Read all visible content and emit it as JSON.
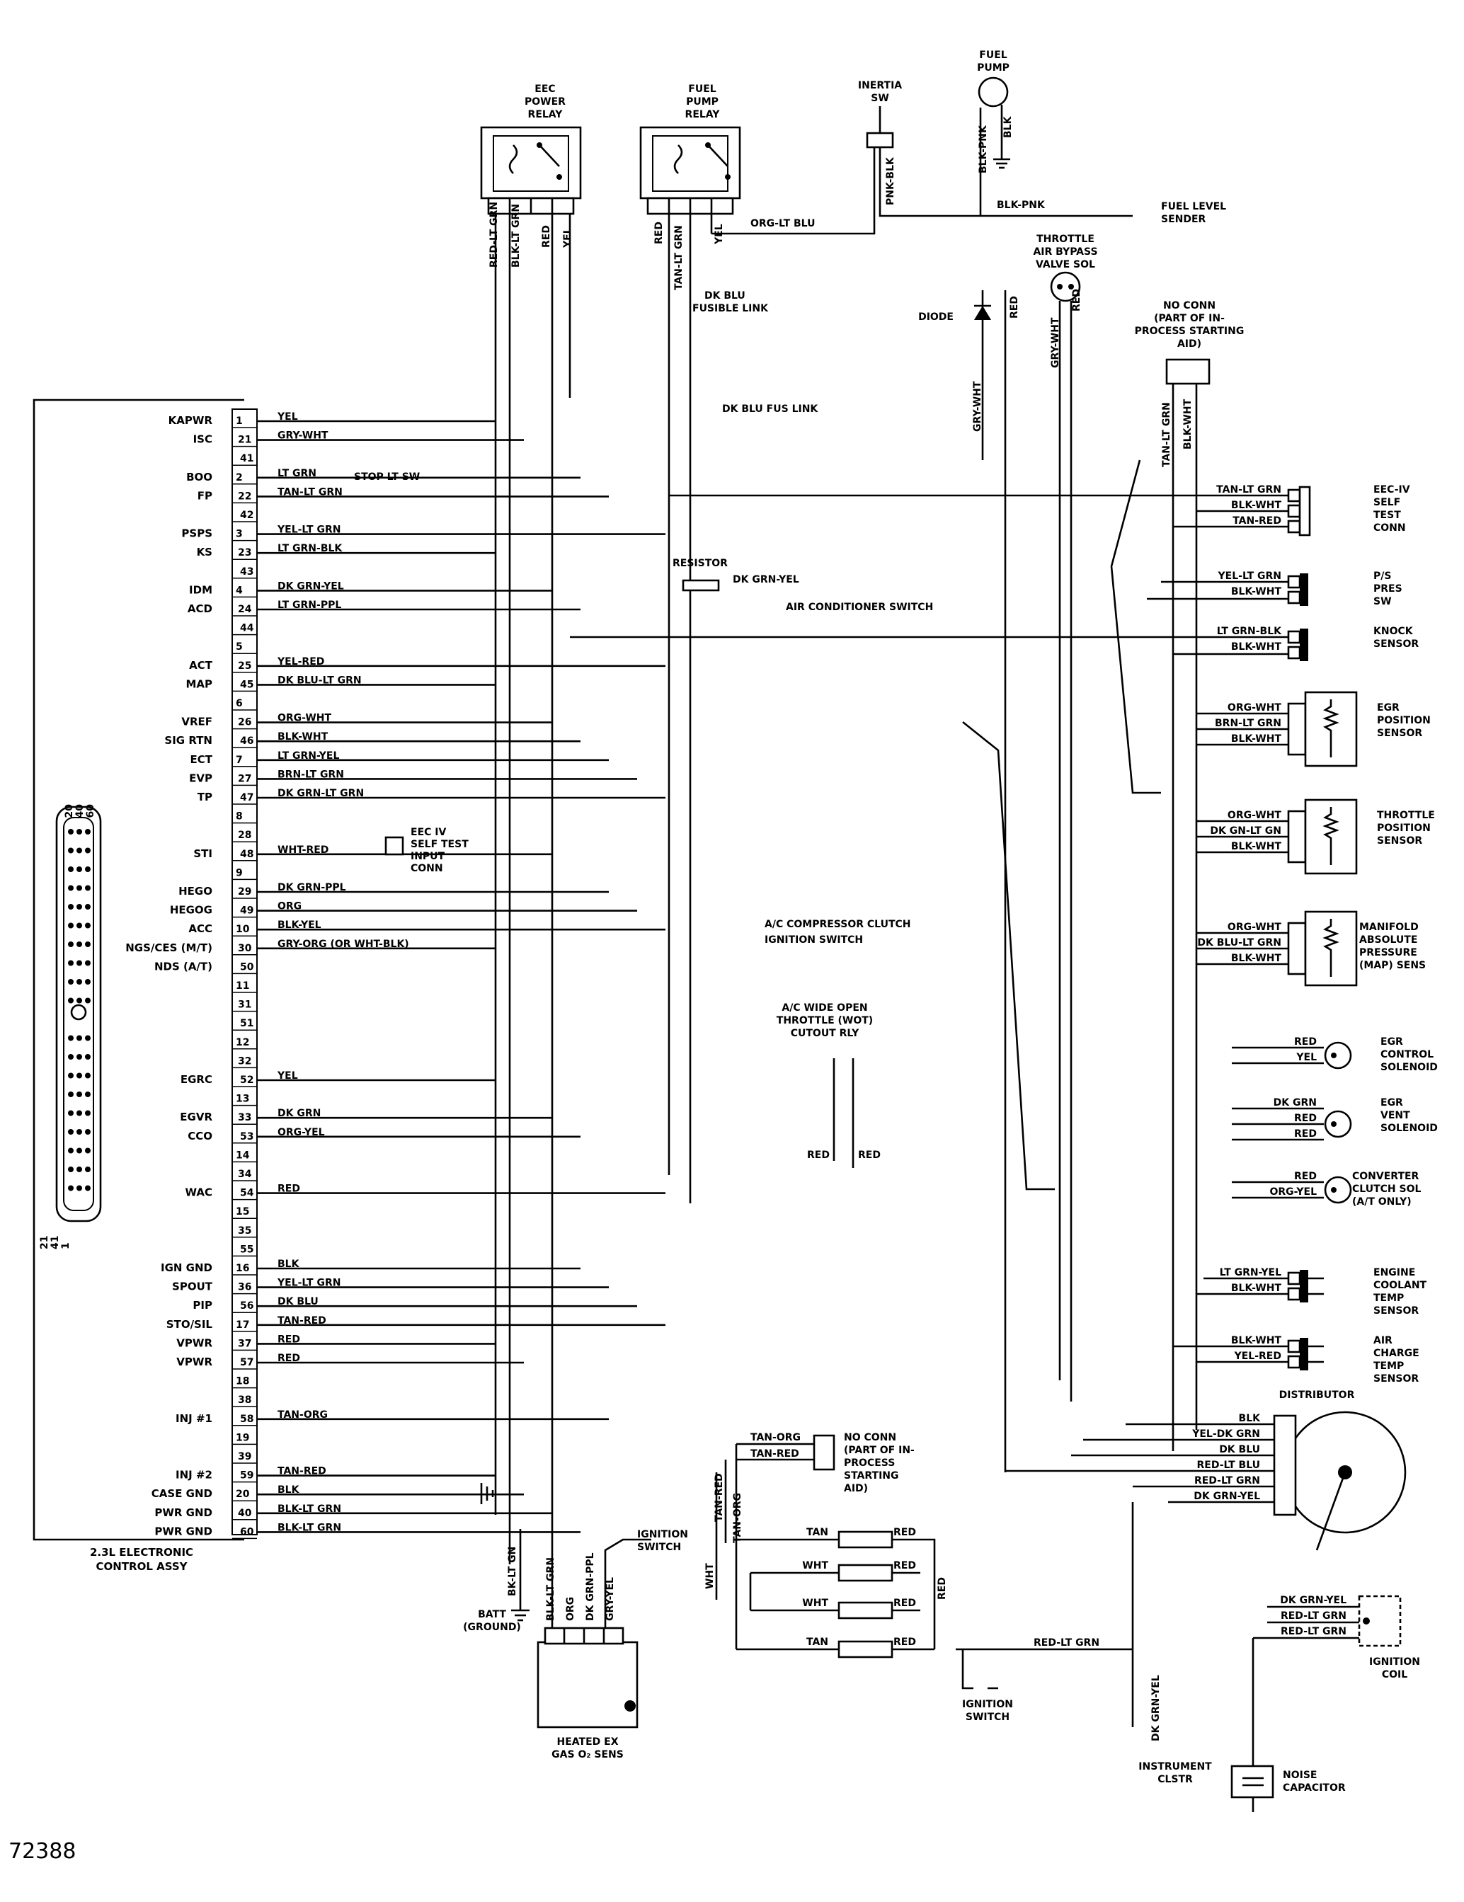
{
  "figure_number": "72388",
  "ecu": {
    "title_1": "2.3L ELECTRONIC",
    "title_2": "CONTROL ASSY",
    "connector_top_nums": [
      "20",
      "40",
      "60"
    ],
    "connector_bottom_nums": [
      "21",
      "41",
      "1"
    ],
    "pins": [
      {
        "pin": "1",
        "signal": "KAPWR",
        "wire": "YEL"
      },
      {
        "pin": "21",
        "signal": "ISC",
        "wire": "GRY-WHT"
      },
      {
        "pin": "41",
        "signal": "",
        "wire": ""
      },
      {
        "pin": "2",
        "signal": "BOO",
        "wire": "LT GRN"
      },
      {
        "pin": "22",
        "signal": "FP",
        "wire": "TAN-LT GRN"
      },
      {
        "pin": "42",
        "signal": "",
        "wire": ""
      },
      {
        "pin": "3",
        "signal": "PSPS",
        "wire": "YEL-LT GRN"
      },
      {
        "pin": "23",
        "signal": "KS",
        "wire": "LT GRN-BLK"
      },
      {
        "pin": "43",
        "signal": "",
        "wire": ""
      },
      {
        "pin": "4",
        "signal": "IDM",
        "wire": "DK GRN-YEL"
      },
      {
        "pin": "24",
        "signal": "ACD",
        "wire": "LT GRN-PPL"
      },
      {
        "pin": "44",
        "signal": "",
        "wire": ""
      },
      {
        "pin": "5",
        "signal": "",
        "wire": ""
      },
      {
        "pin": "25",
        "signal": "ACT",
        "wire": "YEL-RED"
      },
      {
        "pin": "45",
        "signal": "MAP",
        "wire": "DK BLU-LT GRN"
      },
      {
        "pin": "6",
        "signal": "",
        "wire": ""
      },
      {
        "pin": "26",
        "signal": "VREF",
        "wire": "ORG-WHT"
      },
      {
        "pin": "46",
        "signal": "SIG RTN",
        "wire": "BLK-WHT"
      },
      {
        "pin": "7",
        "signal": "ECT",
        "wire": "LT GRN-YEL"
      },
      {
        "pin": "27",
        "signal": "EVP",
        "wire": "BRN-LT GRN"
      },
      {
        "pin": "47",
        "signal": "TP",
        "wire": "DK GRN-LT GRN"
      },
      {
        "pin": "8",
        "signal": "",
        "wire": ""
      },
      {
        "pin": "28",
        "signal": "",
        "wire": ""
      },
      {
        "pin": "48",
        "signal": "STI",
        "wire": "WHT-RED"
      },
      {
        "pin": "9",
        "signal": "",
        "wire": ""
      },
      {
        "pin": "29",
        "signal": "HEGO",
        "wire": "DK GRN-PPL"
      },
      {
        "pin": "49",
        "signal": "HEGOG",
        "wire": "ORG"
      },
      {
        "pin": "10",
        "signal": "ACC",
        "wire": "BLK-YEL"
      },
      {
        "pin": "30",
        "signal": "NGS/CES (M/T)",
        "wire": "GRY-ORG (OR WHT-BLK)"
      },
      {
        "pin": "50",
        "signal": "NDS (A/T)",
        "wire": ""
      },
      {
        "pin": "11",
        "signal": "",
        "wire": ""
      },
      {
        "pin": "31",
        "signal": "",
        "wire": ""
      },
      {
        "pin": "51",
        "signal": "",
        "wire": ""
      },
      {
        "pin": "12",
        "signal": "",
        "wire": ""
      },
      {
        "pin": "32",
        "signal": "",
        "wire": ""
      },
      {
        "pin": "52",
        "signal": "EGRC",
        "wire": "YEL"
      },
      {
        "pin": "13",
        "signal": "",
        "wire": ""
      },
      {
        "pin": "33",
        "signal": "EGVR",
        "wire": "DK GRN"
      },
      {
        "pin": "53",
        "signal": "CCO",
        "wire": "ORG-YEL"
      },
      {
        "pin": "14",
        "signal": "",
        "wire": ""
      },
      {
        "pin": "34",
        "signal": "",
        "wire": ""
      },
      {
        "pin": "54",
        "signal": "WAC",
        "wire": "RED"
      },
      {
        "pin": "15",
        "signal": "",
        "wire": ""
      },
      {
        "pin": "35",
        "signal": "",
        "wire": ""
      },
      {
        "pin": "55",
        "signal": "",
        "wire": ""
      },
      {
        "pin": "16",
        "signal": "IGN GND",
        "wire": "BLK"
      },
      {
        "pin": "36",
        "signal": "SPOUT",
        "wire": "YEL-LT GRN"
      },
      {
        "pin": "56",
        "signal": "PIP",
        "wire": "DK BLU"
      },
      {
        "pin": "17",
        "signal": "STO/SIL",
        "wire": "TAN-RED"
      },
      {
        "pin": "37",
        "signal": "VPWR",
        "wire": "RED"
      },
      {
        "pin": "57",
        "signal": "VPWR",
        "wire": "RED"
      },
      {
        "pin": "18",
        "signal": "",
        "wire": ""
      },
      {
        "pin": "38",
        "signal": "",
        "wire": ""
      },
      {
        "pin": "58",
        "signal": "INJ #1",
        "wire": "TAN-ORG"
      },
      {
        "pin": "19",
        "signal": "",
        "wire": ""
      },
      {
        "pin": "39",
        "signal": "",
        "wire": ""
      },
      {
        "pin": "59",
        "signal": "INJ #2",
        "wire": "TAN-RED"
      },
      {
        "pin": "20",
        "signal": "CASE GND",
        "wire": "BLK"
      },
      {
        "pin": "40",
        "signal": "PWR GND",
        "wire": "BLK-LT GRN"
      },
      {
        "pin": "60",
        "signal": "PWR GND",
        "wire": "BLK-LT GRN"
      }
    ]
  },
  "top": {
    "eec_relay": [
      "EEC",
      "POWER",
      "RELAY"
    ],
    "eec_relay_wires": [
      "RED-LT GRN",
      "BLK-LT GRN",
      "RED",
      "YEL"
    ],
    "fuel_relay": [
      "FUEL",
      "PUMP",
      "RELAY"
    ],
    "fuel_relay_wires": [
      "RED",
      "TAN-LT GRN",
      "YEL"
    ],
    "fuel_relay_out": "ORG-LT BLU",
    "dk_blu_fusible": [
      "DK BLU",
      "FUSIBLE LINK"
    ],
    "inertia": [
      "INERTIA",
      "SW"
    ],
    "inertia_wire": "PNK-BLK",
    "fuel_pump": [
      "FUEL",
      "PUMP"
    ],
    "fuel_pump_wires": [
      "BLK-PNK",
      "BLK"
    ],
    "blk_pnk": "BLK-PNK",
    "fuel_level": [
      "FUEL LEVEL",
      "SENDER"
    ],
    "throttle_bypass": [
      "THROTTLE",
      "AIR BYPASS",
      "VALVE SOL"
    ],
    "diode": "DIODE",
    "diode_wires": [
      "GRY-WHT",
      "RED"
    ],
    "bypass_wires": [
      "GRY-WHT",
      "RED"
    ],
    "no_conn_top": [
      "NO CONN",
      "(PART OF IN-",
      "PROCESS STARTING",
      "AID)"
    ],
    "no_conn_top_wires": [
      "TAN-LT GRN",
      "BLK-WHT"
    ],
    "dk_blu_fus_link": "DK BLU FUS LINK",
    "stop_lt_sw": "STOP LT SW",
    "resistor": "RESISTOR",
    "resistor_wire": "DK GRN-YEL",
    "air_cond": "AIR CONDITIONER SWITCH",
    "eec_self_test": [
      "EEC IV",
      "SELF TEST",
      "INPUT",
      "CONN"
    ],
    "ac_clutch": "A/C COMPRESSOR CLUTCH",
    "ign_switch_mid": "IGNITION SWITCH"
  },
  "right": {
    "eec4_conn": {
      "label": [
        "EEC-IV",
        "SELF",
        "TEST",
        "CONN"
      ],
      "wires": [
        "TAN-LT GRN",
        "BLK-WHT",
        "TAN-RED"
      ]
    },
    "ps_sw": {
      "label": [
        "P/S",
        "PRES",
        "SW"
      ],
      "wires": [
        "YEL-LT GRN",
        "BLK-WHT"
      ]
    },
    "knock": {
      "label": [
        "KNOCK",
        "SENSOR"
      ],
      "wires": [
        "LT GRN-BLK",
        "BLK-WHT"
      ]
    },
    "egr_pos": {
      "label": [
        "EGR",
        "POSITION",
        "SENSOR"
      ],
      "wires": [
        "ORG-WHT",
        "BRN-LT GRN",
        "BLK-WHT"
      ]
    },
    "throttle_pos": {
      "label": [
        "THROTTLE",
        "POSITION",
        "SENSOR"
      ],
      "wires": [
        "ORG-WHT",
        "DK GN-LT GN",
        "BLK-WHT"
      ]
    },
    "map": {
      "label": [
        "MANIFOLD",
        "ABSOLUTE",
        "PRESSURE",
        "(MAP) SENS"
      ],
      "wires": [
        "ORG-WHT",
        "DK BLU-LT GRN",
        "BLK-WHT"
      ]
    },
    "ac_wot": [
      "A/C WIDE OPEN",
      "THROTTLE (WOT)",
      "CUTOUT RLY"
    ],
    "ac_wot_wires": [
      "RED",
      "RED"
    ],
    "egr_ctrl": {
      "label": [
        "EGR",
        "CONTROL",
        "SOLENOID"
      ],
      "wires": [
        "RED",
        "YEL"
      ]
    },
    "egr_vent": {
      "label": [
        "EGR",
        "VENT",
        "SOLENOID"
      ],
      "wires": [
        "DK GRN",
        "RED",
        "RED"
      ]
    },
    "conv_clutch": {
      "label": [
        "CONVERTER",
        "CLUTCH SOL",
        "(A/T ONLY)"
      ],
      "wires": [
        "RED",
        "ORG-YEL"
      ]
    },
    "ect": {
      "label": [
        "ENGINE",
        "COOLANT",
        "TEMP",
        "SENSOR"
      ],
      "wires": [
        "LT GRN-YEL",
        "BLK-WHT"
      ]
    },
    "act": {
      "label": [
        "AIR",
        "CHARGE",
        "TEMP",
        "SENSOR"
      ],
      "wires": [
        "BLK-WHT",
        "YEL-RED"
      ]
    },
    "distributor": {
      "label": "DISTRIBUTOR",
      "wires": [
        "BLK",
        "YEL-DK GRN",
        "DK BLU",
        "RED-LT BLU",
        "RED-LT GRN",
        "DK GRN-YEL"
      ]
    },
    "ign_coil": {
      "label": [
        "IGNITION",
        "COIL"
      ],
      "wires": [
        "DK GRN-YEL",
        "RED-LT GRN",
        "RED-LT GRN"
      ]
    },
    "noise_cap": [
      "NOISE",
      "CAPACITOR"
    ],
    "instrument": [
      "INSTRUMENT",
      "CLSTR"
    ],
    "instrument_wire": "DK GRN-YEL",
    "ign_switch_bot": [
      "IGNITION",
      "SWITCH"
    ],
    "ign_switch_bot_wire": "RED-LT GRN"
  },
  "bottom": {
    "no_conn_inj": [
      "NO CONN",
      "(PART OF IN-",
      "PROCESS",
      "STARTING",
      "AID)"
    ],
    "inj_wires": [
      "TAN-ORG",
      "TAN-RED"
    ],
    "inj_vert_wires": [
      "TAN-RED",
      "TAN-ORG",
      "WHT"
    ],
    "injectors": [
      {
        "left": "TAN",
        "right": "RED"
      },
      {
        "left": "WHT",
        "right": "RED"
      },
      {
        "left": "WHT",
        "right": "RED"
      },
      {
        "left": "TAN",
        "right": "RED"
      }
    ],
    "inj_right_wire": "RED",
    "ign_switch_o2": [
      "IGNITION",
      "SWITCH"
    ],
    "o2": [
      "HEATED EX",
      "GAS O₂ SENS"
    ],
    "o2_wires": [
      "BLK-LT GRN",
      "ORG",
      "DK GRN-PPL",
      "GRY-YEL"
    ],
    "batt": [
      "BATT",
      "(GROUND)"
    ],
    "batt_wire": "BK-LT GN"
  }
}
